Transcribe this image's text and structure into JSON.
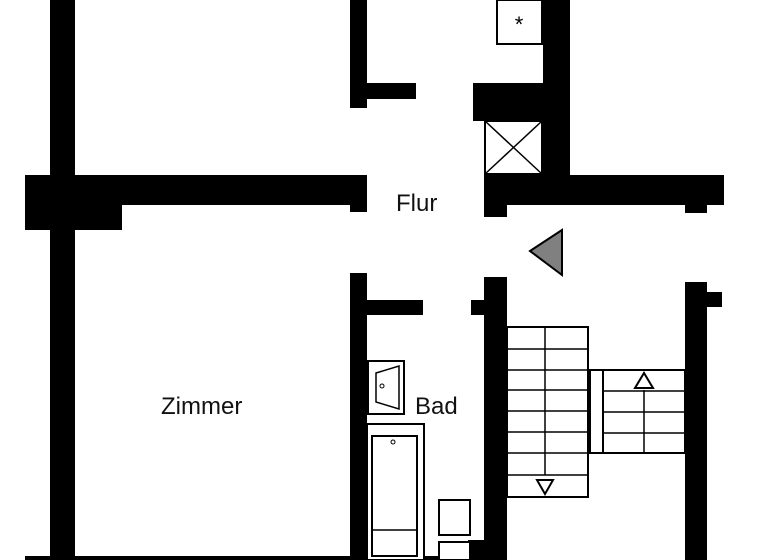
{
  "floor_plan": {
    "rooms": [
      {
        "id": "flur",
        "label": "Flur"
      },
      {
        "id": "zimmer",
        "label": "Zimmer"
      },
      {
        "id": "bad",
        "label": "Bad"
      }
    ],
    "symbols": {
      "vent_marker": "*",
      "entrance_arrow_color": "#808080",
      "stair_up_arrow": "up-triangle",
      "stair_down_arrow": "down-triangle"
    },
    "colors": {
      "wall": "#000000",
      "background": "#ffffff",
      "entrance_arrow": "#808080"
    }
  }
}
